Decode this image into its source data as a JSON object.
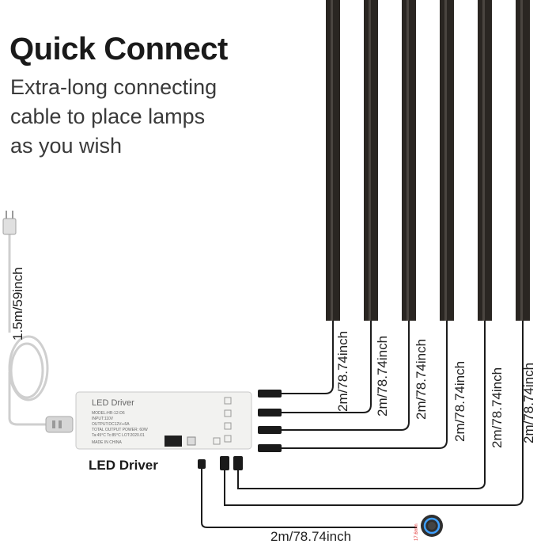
{
  "heading": "Quick Connect",
  "subtext_lines": [
    "Extra-long connecting",
    "cable to place lamps",
    "as you wish"
  ],
  "power_cable_length": "1.5m/59inch",
  "strip_cable_lengths": [
    "2m/78.74inch",
    "2m/78.74inch",
    "2m/78.74inch",
    "2m/78.74inch",
    "2m/78.74inch",
    "2m/78.74inch"
  ],
  "switch_cable_length": "2m/78.74inch",
  "switch_size": "17.6mm",
  "driver": {
    "caption": "LED Driver",
    "box_title": "LED Driver",
    "spec_lines": [
      "MODEL:HR-12-D6",
      "INPUT:110V",
      "OUTPUT:DC12V⎓5A",
      "TOTAL OUTPUT POWER: 60W",
      "Ta:45°C   Tc:85°C   LOT:2020.01"
    ],
    "made_in": "MADE IN CHINA"
  },
  "colors": {
    "lamp": "#2a2622",
    "cable": "#1c1c1c",
    "driver_body": "#f2f2f0",
    "switch_ring": "#3fa0ff"
  }
}
